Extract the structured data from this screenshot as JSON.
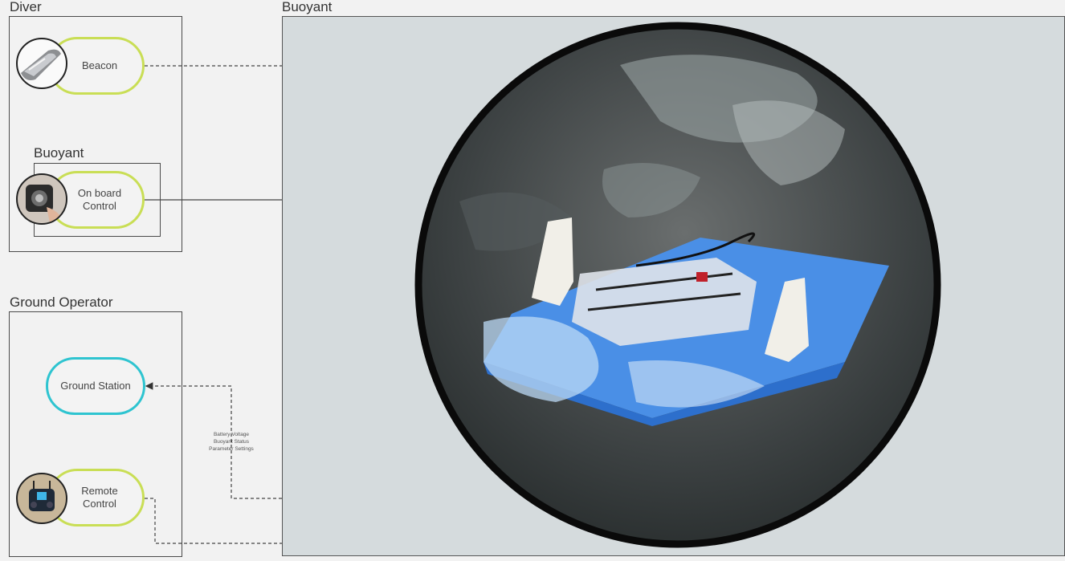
{
  "groups": {
    "diver": "Diver",
    "buoyant_main": "Buoyant",
    "buoyant_inner": "Buoyant",
    "ground_operator": "Ground Operator"
  },
  "nodes": {
    "beacon": "Beacon",
    "onboard_control": "On board\nControl",
    "ground_station": "Ground Station",
    "remote_control": "Remote\nControl"
  },
  "link_labels": [
    "Battery Voltage",
    "Buoyant Status",
    "Parameter Settings"
  ],
  "colors": {
    "diver_pill_border": "#c9de55",
    "ground_station_border": "#2ec4d0",
    "panel_background": "#d5dbdd"
  }
}
